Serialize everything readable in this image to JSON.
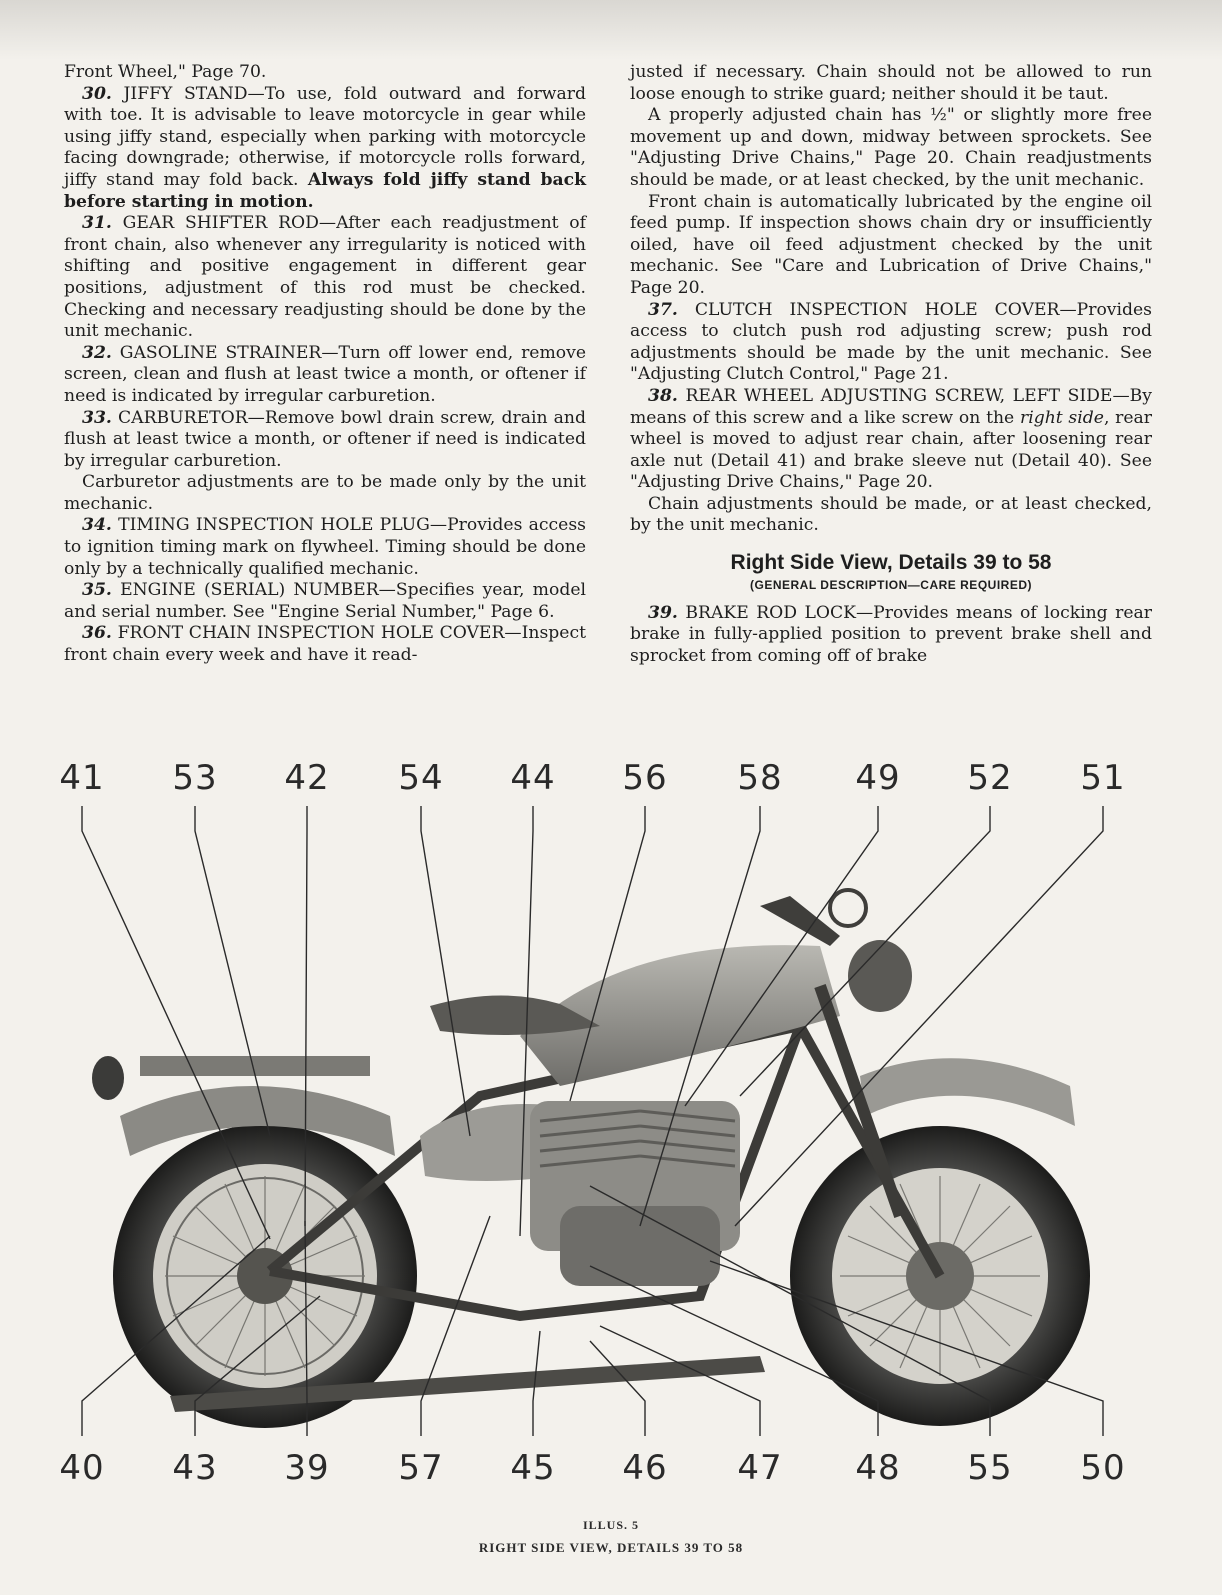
{
  "left_column": {
    "p0": "Front Wheel,\" Page 70.",
    "d30_num": "30.",
    "d30_text": " JIFFY STAND—To use, fold outward and forward with toe. It is advisable to leave motorcycle in gear while using jiffy stand, especially when parking with motorcycle facing downgrade; otherwise, if motorcycle rolls forward, jiffy stand may fold back.",
    "d30_bold": "Always fold jiffy stand back before starting in motion.",
    "d31_num": "31.",
    "d31_text": " GEAR SHIFTER ROD—After each readjustment of front chain, also whenever any irregularity is noticed with shifting and positive engagement in different gear positions, adjustment of this rod must be checked. Checking and necessary readjusting should be done by the unit mechanic.",
    "d32_num": "32.",
    "d32_text": " GASOLINE STRAINER—Turn off lower end, remove screen, clean and flush at least twice a month, or oftener if need is indicated by irregular carburetion.",
    "d33_num": "33.",
    "d33_text": " CARBURETOR—Remove bowl drain screw, drain and flush at least twice a month, or oftener if need is indicated by irregular carburetion.",
    "d33_p2": "Carburetor adjustments are to be made only by the unit mechanic.",
    "d34_num": "34.",
    "d34_text": " TIMING INSPECTION HOLE PLUG—Provides access to ignition timing mark on flywheel. Timing should be done only by a technically qualified mechanic.",
    "d35_num": "35.",
    "d35_text": " ENGINE (SERIAL) NUMBER—Specifies year, model and serial number. See \"Engine Serial Number,\" Page 6.",
    "d36_num": "36.",
    "d36_text": " FRONT CHAIN INSPECTION HOLE COVER—Inspect front chain every week and have it read-"
  },
  "right_column": {
    "p0": "justed if necessary. Chain should not be allowed to run loose enough to strike guard; neither should it be taut.",
    "p1": "A properly adjusted chain has ½\" or slightly more free movement up and down, midway between sprockets. See \"Adjusting Drive Chains,\" Page 20. Chain readjustments should be made, or at least checked, by the unit mechanic.",
    "p2": "Front chain is automatically lubricated by the engine oil feed pump. If inspection shows chain dry or insufficiently oiled, have oil feed adjustment checked by the unit mechanic. See \"Care and Lubrication of Drive Chains,\" Page 20.",
    "d37_num": "37.",
    "d37_text": " CLUTCH INSPECTION HOLE COVER—Provides access to clutch push rod adjusting screw; push rod adjustments should be made by the unit mechanic. See \"Adjusting Clutch Control,\" Page 21.",
    "d38_num": "38.",
    "d38_text_a": " REAR WHEEL ADJUSTING SCREW, LEFT SIDE—By means of this screw and a like screw on the ",
    "d38_italic": "right side",
    "d38_text_b": ", rear wheel is moved to adjust rear chain, after loosening rear axle nut (Detail 41) and brake sleeve nut (Detail 40). See \"Adjusting Drive Chains,\" Page 20.",
    "p3": "Chain adjustments should be made, or at least checked, by the unit mechanic.",
    "section_heading": "Right Side View, Details 39 to 58",
    "section_sub": "(GENERAL DESCRIPTION—CARE REQUIRED)",
    "d39_num": "39.",
    "d39_text": " BRAKE ROD LOCK—Provides means of locking rear brake in fully-applied position to prevent brake shell and sprocket from coming off of brake"
  },
  "illustration": {
    "top_callouts": [
      "41",
      "53",
      "42",
      "54",
      "44",
      "56",
      "58",
      "49",
      "52",
      "51"
    ],
    "bottom_callouts": [
      "40",
      "43",
      "39",
      "57",
      "45",
      "46",
      "47",
      "48",
      "55",
      "50"
    ],
    "caption_line1": "ILLUS. 5",
    "caption_line2": "RIGHT SIDE VIEW, DETAILS 39 TO 58"
  }
}
